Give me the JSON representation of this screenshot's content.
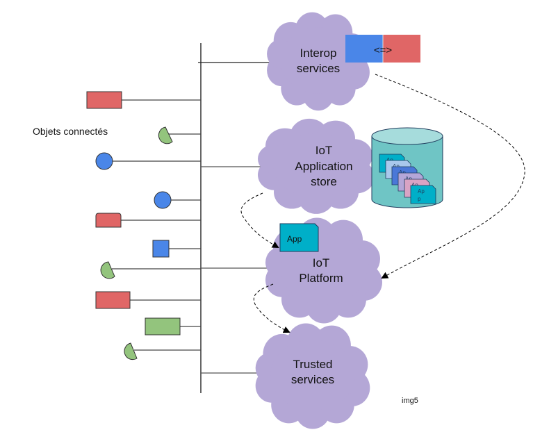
{
  "diagram": {
    "objects_label": "Objets connectés",
    "footer_label": "img5",
    "clouds": [
      {
        "id": "interop",
        "lines": [
          "Interop",
          "services"
        ]
      },
      {
        "id": "appstore",
        "lines": [
          "IoT",
          "Application",
          "store"
        ]
      },
      {
        "id": "platform",
        "lines": [
          "IoT",
          "Platform"
        ]
      },
      {
        "id": "trusted",
        "lines": [
          "Trusted",
          "services"
        ]
      }
    ],
    "converter_label": "<=>",
    "app_card_label": "App",
    "store_cards": [
      {
        "label": "Ap",
        "color": "#00afc8"
      },
      {
        "label": "Ap",
        "color": "#a9c8ec"
      },
      {
        "label": "Ap",
        "color": "#4a78d8"
      },
      {
        "label": "Ap",
        "color": "#b3a6d8"
      },
      {
        "label": "Ap",
        "color": "#d9a3c4"
      },
      {
        "label": "Ap p",
        "color": "#00afc8"
      }
    ],
    "connected_objects": [
      {
        "shape": "rect",
        "color": "red"
      },
      {
        "shape": "half-disc",
        "color": "green"
      },
      {
        "shape": "circle",
        "color": "blue"
      },
      {
        "shape": "circle",
        "color": "blue"
      },
      {
        "shape": "rounded-rect",
        "color": "red"
      },
      {
        "shape": "square",
        "color": "blue"
      },
      {
        "shape": "half-disc",
        "color": "green"
      },
      {
        "shape": "rect",
        "color": "red"
      },
      {
        "shape": "rect",
        "color": "green"
      },
      {
        "shape": "half-disc",
        "color": "green"
      }
    ],
    "flows": [
      {
        "from": "Interop services",
        "to": "IoT Platform",
        "style": "dashed-arrow"
      },
      {
        "from": "IoT Application store",
        "to": "IoT Platform",
        "style": "dashed-arrow"
      },
      {
        "from": "IoT Platform",
        "to": "Trusted services",
        "style": "dashed-arrow"
      }
    ],
    "colors": {
      "cloud": "#b4a7d6",
      "red": "#e06666",
      "green": "#93c47d",
      "blue": "#4a86e8",
      "teal": "#6fc5c5",
      "teal_top": "#a6dcdc",
      "app_cyan": "#00afc8"
    }
  }
}
